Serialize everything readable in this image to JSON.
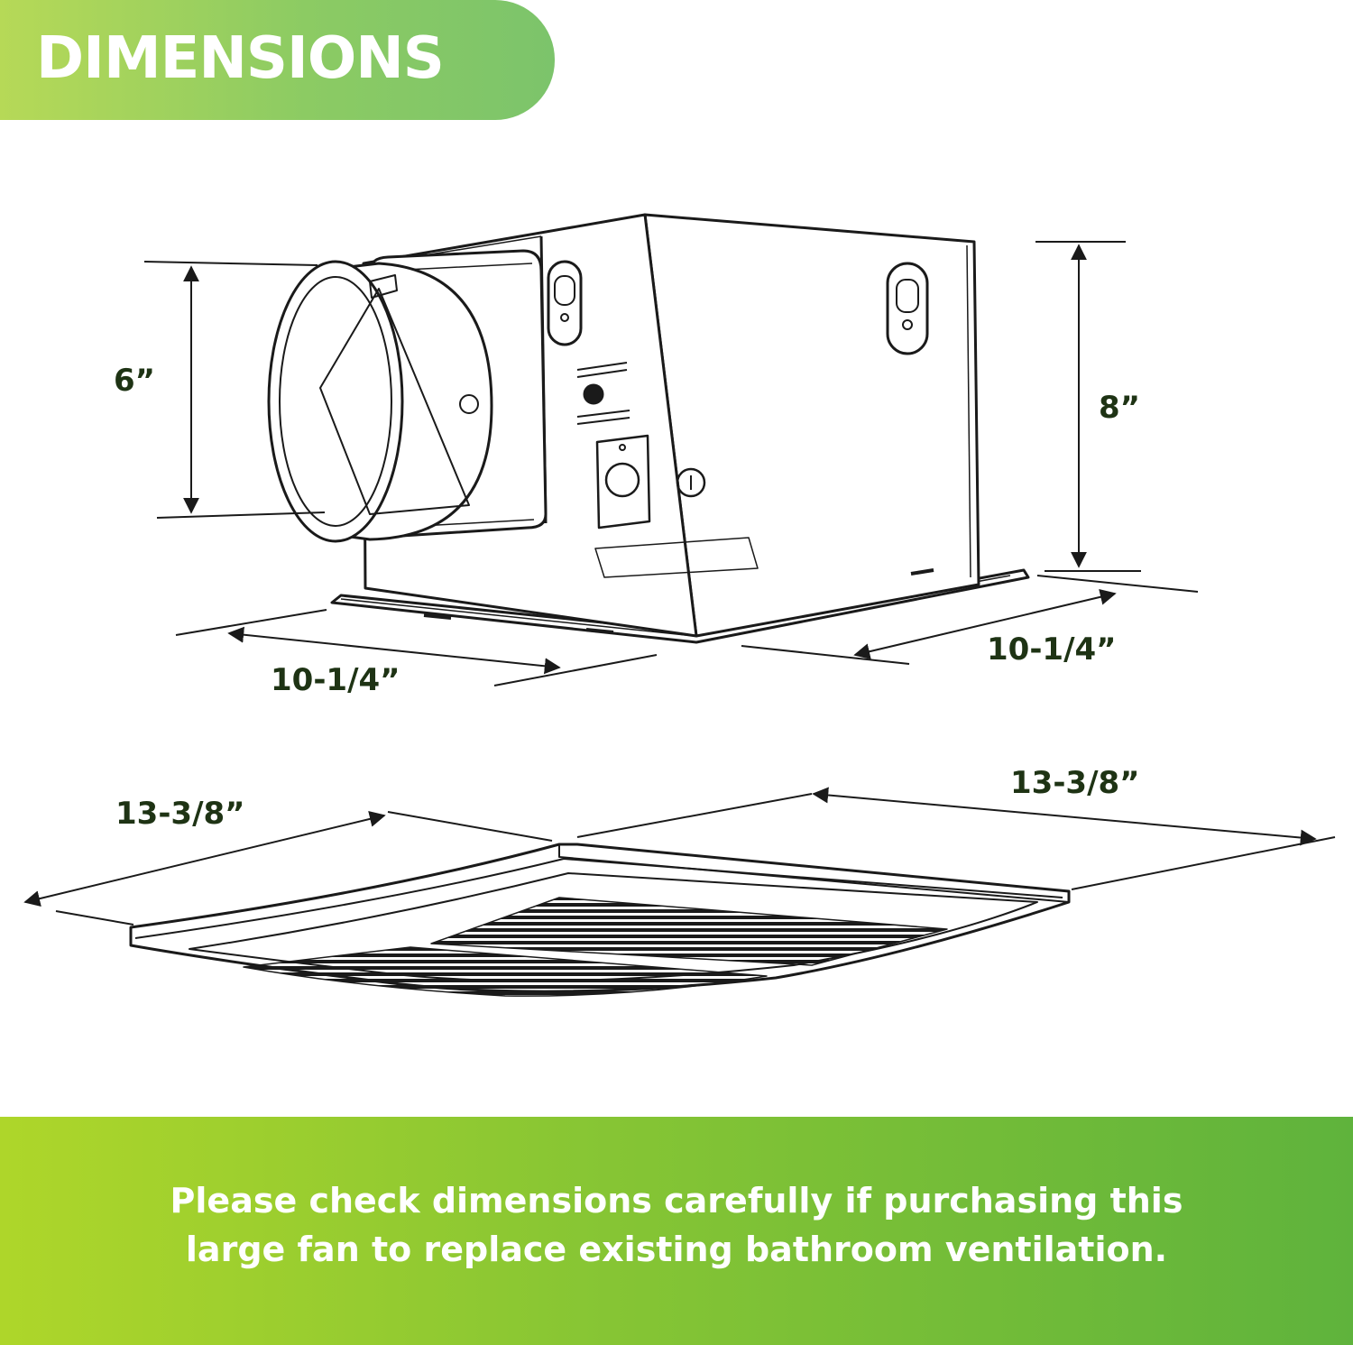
{
  "title": "DIMENSIONS",
  "housing": {
    "duct_diameter": "6”",
    "height": "8”",
    "width_left": "10-1/4”",
    "width_right": "10-1/4”"
  },
  "grille": {
    "width_left": "13-3/8”",
    "width_right": "13-3/8”"
  },
  "footer": {
    "line1": "Please check dimensions carefully if purchasing this",
    "line2": "large fan to replace existing bathroom ventilation."
  },
  "colors": {
    "banner_green": "#8ccb63",
    "footer_green": "#86c534",
    "label_dark_green": "#1e3314",
    "line_art": "#1a1a1a"
  }
}
